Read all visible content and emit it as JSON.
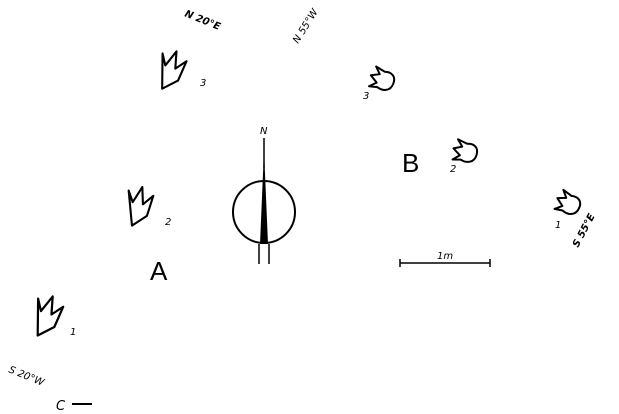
{
  "directions": {
    "n20e": "N 20°E",
    "n55w": "N 55°W",
    "s55e": "S 55°E",
    "s20w": "S 20°W"
  },
  "compass": {
    "north_label": "N"
  },
  "trackways": {
    "a": {
      "label": "A",
      "print_numbers": [
        "1",
        "2",
        "3"
      ]
    },
    "b": {
      "label": "B",
      "print_numbers": [
        "1",
        "2",
        "3"
      ]
    }
  },
  "scale_bar": {
    "label": "1m"
  },
  "corner_mark": "C"
}
